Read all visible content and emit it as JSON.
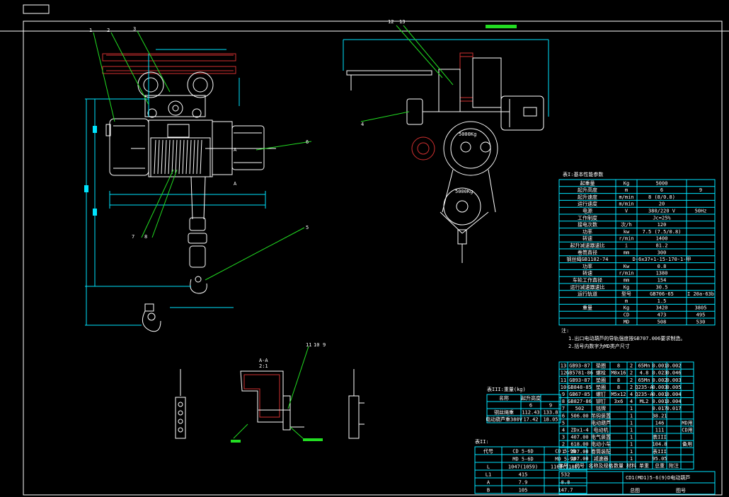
{
  "colors": {
    "background": "#000000",
    "line": "#ffffff",
    "dim": "#00e5ff",
    "leader": "#22dd22",
    "hatch": "#d03030",
    "text": "#e0e000"
  },
  "labels": {
    "callouts": [
      "1",
      "2",
      "3",
      "4",
      "5",
      "6",
      "7",
      "8",
      "12",
      "13",
      "11",
      "10",
      "9"
    ],
    "capacity": "5000Kg",
    "section": "A-A",
    "section_scale": "2:1",
    "section_mark": "A"
  },
  "table1": {
    "title": "表I:基本性能参数",
    "rows": [
      [
        "起重量",
        "Kg",
        "5000",
        ""
      ],
      [
        "起升高度",
        "m",
        "6",
        "9"
      ],
      [
        "起升速度",
        "m/min",
        "8 (8/0.8)",
        ""
      ],
      [
        "运行速度",
        "m/min",
        "20",
        ""
      ],
      [
        "电源",
        "V",
        "380/220 V",
        "50Hz"
      ],
      [
        "工作制度",
        "",
        "Jc=25%",
        ""
      ],
      [
        "接电次数",
        "次/h",
        "120",
        ""
      ],
      [
        "功率",
        "kw",
        "7.5 (7.5/0.8)",
        ""
      ],
      [
        "转速",
        "r/min",
        "1400",
        ""
      ],
      [
        "起升减速器速比",
        "i",
        "81.2",
        ""
      ],
      [
        "卷筒直径",
        "mm",
        "300",
        ""
      ],
      [
        "钢丝绳GB1102-74",
        "",
        "D-6x37+1-15-170-1-甲",
        ""
      ],
      [
        "功率",
        "Kw",
        "0.8",
        ""
      ],
      [
        "转速",
        "r/min",
        "1380",
        ""
      ],
      [
        "车轮工作直径",
        "mm",
        "154",
        ""
      ],
      [
        "运行减速器速比",
        "Kg",
        "30.5",
        ""
      ],
      [
        "运行轨道",
        "型号",
        "GB706-65",
        "I 20a-63b"
      ],
      [
        "",
        "m",
        "1.5",
        ""
      ],
      [
        "重量",
        "Kg",
        "3420",
        "3805"
      ],
      [
        "",
        "CD",
        "473",
        "495"
      ],
      [
        "",
        "MD",
        "508",
        "530"
      ]
    ]
  },
  "notes": {
    "title": "注:",
    "items": [
      "1.出口电动葫芦的导轨强度按GB707.006要求制造。",
      "2.括号内数字为MD类产尺寸"
    ]
  },
  "table3": {
    "title": "表III:重量(kg)",
    "header_left": "名称",
    "header_mid": "起升高度",
    "cols": [
      "6",
      "9"
    ],
    "rows": [
      [
        "钢丝绳重",
        "112.43",
        "133.8"
      ],
      [
        "电动葫芦重380V",
        "17.42",
        "18.05"
      ]
    ]
  },
  "table2": {
    "title": "表II:",
    "header": [
      "代号",
      "CD 5-6D",
      "CD 5-9D"
    ],
    "header2": [
      "",
      "MD 5-6D",
      "MD 5-9D"
    ],
    "rows": [
      [
        "L",
        "1047(1059)",
        "1168(1180)"
      ],
      [
        "L1",
        "415",
        "532"
      ],
      [
        "A",
        "7.9",
        "8.8"
      ],
      [
        "B",
        "105",
        "147.7"
      ]
    ]
  },
  "bom": {
    "rows": [
      [
        "13",
        "GB93-87",
        "垫圈",
        "8",
        "2",
        "65Mn",
        "0.001",
        "0.002",
        ""
      ],
      [
        "12",
        "GB5781-86",
        "螺栓",
        "M8x16",
        "2",
        "4.8",
        "0.023",
        "0.046",
        ""
      ],
      [
        "11",
        "GB93-87",
        "垫圈",
        "8",
        "2",
        "65Mn",
        "0.002",
        "0.003",
        ""
      ],
      [
        "10",
        "GB848-85",
        "垫圈",
        "8",
        "2",
        "Q235-A",
        "0.003",
        "0.005",
        ""
      ],
      [
        "9",
        "GB67-85",
        "螺钉",
        "M5x12",
        "4",
        "Q235-A",
        "0.001",
        "0.004",
        ""
      ],
      [
        "8",
        "GB827-86",
        "铆钉",
        "3x6",
        "4",
        "ML2",
        "0.001",
        "0.004",
        ""
      ],
      [
        "7",
        "502",
        "铭牌",
        "",
        "1",
        "",
        "0.017",
        "0.017",
        ""
      ],
      [
        "6",
        "506.00",
        "吊钩装置",
        "",
        "1",
        "",
        "38.21",
        "",
        ""
      ],
      [
        "5",
        "",
        "电动葫芦",
        "",
        "1",
        "",
        "146",
        "",
        "MD用"
      ],
      [
        "4",
        "ZDx1-4",
        "电动机",
        "",
        "1",
        "",
        "111",
        "",
        "CD用"
      ],
      [
        "3",
        "407.00",
        "电气装置",
        "",
        "1",
        "",
        "表III",
        "",
        ""
      ],
      [
        "2",
        "618.00",
        "电动小车",
        "",
        "1",
        "",
        "104.8",
        "",
        "备用"
      ],
      [
        "1",
        "207.00",
        "卷筒装配",
        "",
        "1",
        "",
        "表III",
        "",
        ""
      ],
      [
        "",
        "107.00",
        "减速器",
        "",
        "1",
        "",
        "95.05",
        "",
        ""
      ]
    ],
    "header": [
      "序号",
      "代号",
      "名称及规格",
      "数量",
      "材料",
      "单重",
      "总重",
      "附注"
    ]
  },
  "title_block": {
    "product": "CD1(MD1)5-6(9)D电动葫芦",
    "subtitle": "总图",
    "drawing_no": "图号"
  }
}
